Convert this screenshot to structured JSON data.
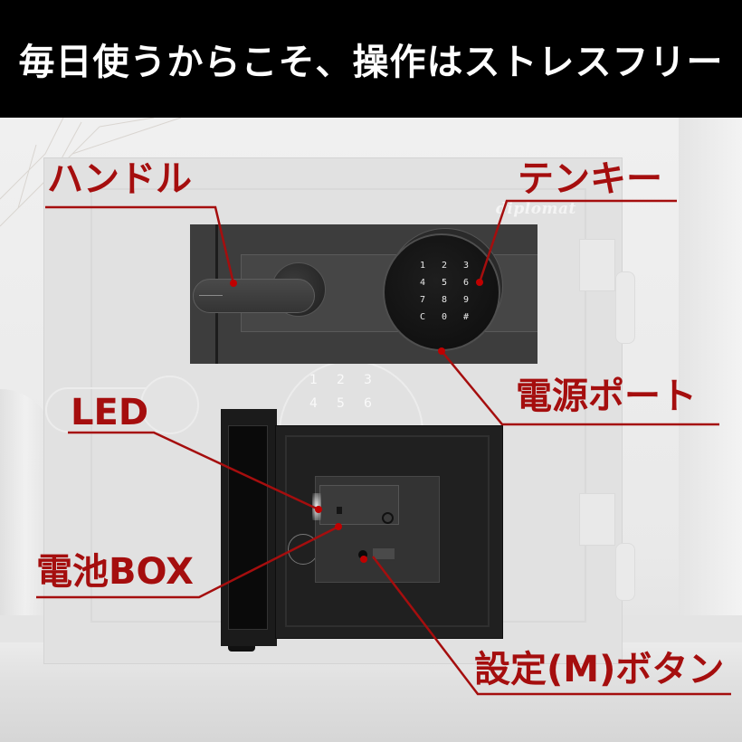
{
  "banner": {
    "title": "毎日使うからこそ、操作はストレスフリー"
  },
  "product": {
    "brand_logo": "diplomat",
    "keypad_keys": [
      "1",
      "2",
      "3",
      "4",
      "5",
      "6",
      "7",
      "8",
      "9",
      "C",
      "0",
      "#"
    ]
  },
  "callouts": [
    {
      "id": "handle",
      "label": "ハンドル"
    },
    {
      "id": "keypad",
      "label": "テンキー"
    },
    {
      "id": "power-port",
      "label": "電源ポート"
    },
    {
      "id": "led",
      "label": "LED"
    },
    {
      "id": "battery-box",
      "label": "電池BOX"
    },
    {
      "id": "set-button",
      "label": "設定(M)ボタン"
    }
  ],
  "colors": {
    "banner_bg": "#000000",
    "banner_text": "#ffffff",
    "callout_red": "#a50e0e",
    "background": "#e6e6e6"
  }
}
